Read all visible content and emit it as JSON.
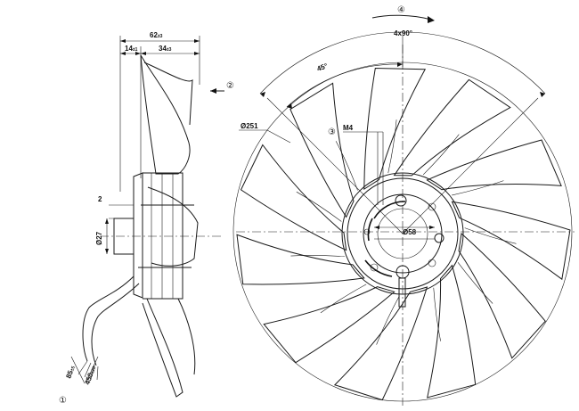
{
  "dimensions": {
    "depth_total": {
      "value": "62",
      "tol": "±3"
    },
    "depth_hub": {
      "value": "14",
      "tol": "±1"
    },
    "depth_blade": {
      "value": "34",
      "tol": "±3"
    },
    "gap": "2",
    "shaft_dia": "Ø27",
    "fan_dia": "Ø251",
    "hub_dia": "Ø58",
    "angle_small": "45°",
    "angle_big": "4x90°",
    "thread": "M4",
    "cable_short": {
      "value": "85",
      "tol": "±5"
    },
    "cable_long": {
      "value": "450",
      "tol": "±20"
    }
  },
  "callouts": {
    "cable": "①",
    "airflow": "②",
    "mount": "③",
    "rotation": "④"
  },
  "colors": {
    "ink": "#111111",
    "paper": "#ffffff"
  }
}
